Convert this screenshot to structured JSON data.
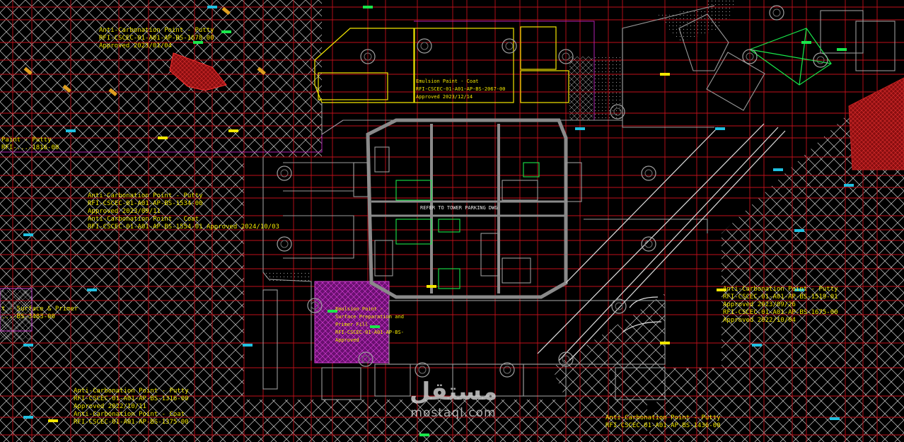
{
  "colors": {
    "background": "#000000",
    "grid": "#c0101a",
    "hatch": "#cfcfcf",
    "wall": "#9a9a9a",
    "purple": "#b020b0",
    "yellow": "#f2e600",
    "green": "#19e64a",
    "cyan": "#20c0e0"
  },
  "drawing": {
    "center_label": "REFER TO TOWER PARKING DWG"
  },
  "notes": [
    {
      "id": "note-top-left",
      "color": "yel",
      "lines": [
        "Anti-Carbonation Point - Putty",
        "RFI-CSCEC-01-A01-AP-BS-1678-00",
        "Approved 2023/01/04"
      ]
    },
    {
      "id": "note-top-center",
      "color": "yel",
      "lines": [
        "Emulsion Paint - Coat",
        "RFI-CSCEC-01-A01-AP-BS-2067-00",
        "Approved 2023/12/14"
      ]
    },
    {
      "id": "note-left-mid",
      "color": "yel",
      "lines": [
        "Anti-Carbonation Point - Putty",
        "RFI-CSCEC-01-A01-AP-BS-1534-00",
        "Approved 2023/09/11",
        "Anti-Carbonation Point - Coat",
        "RFI-CSCEC-01-A01-AP-BS-1554-01 Approved 2024/10/03"
      ]
    },
    {
      "id": "note-left-edge",
      "color": "yel",
      "lines": [
        "Paint - Putty",
        "RFI-...-1816-00"
      ]
    },
    {
      "id": "note-left-surface",
      "color": "yel",
      "lines": [
        "t - Surface & Primer",
        "...-BS-3483-00"
      ]
    },
    {
      "id": "note-center-purple",
      "color": "yel",
      "lines": [
        "Emulsion Paint -",
        "Surface Preparation and",
        "Primer Fill",
        "RFI-CSCEC-01-A01-AP-BS-",
        "Approved"
      ]
    },
    {
      "id": "note-right-mid",
      "color": "yel",
      "lines": [
        "Anti-Carbonation Point - Putty",
        "RFI-CSCEC-01-A01-AP-BS-1519-01",
        "Approved 2023/09/26",
        "RFI-CSCEC-01-A01-AP-BS-1675-00",
        "Approved 2022/10/04"
      ]
    },
    {
      "id": "note-bottom-left",
      "color": "yel",
      "lines": [
        "Anti-Carbonation Point - Putty",
        "RFI-CSCEC-01-A01-AP-BS-1316-00",
        "Approved 2022/10/11",
        "Anti-Carbonation Point - Coat",
        "RFI-CSCEC-01-A01-AP-BS-1375-00"
      ]
    },
    {
      "id": "note-bottom-right",
      "color": "yel",
      "lines": [
        "Anti-Carbonation Point - Putty",
        "RFI-CSCEC-01-A01-AP-BS-1436-00"
      ]
    }
  ],
  "watermark": {
    "arabic": "مستقل",
    "latin": "mostaql.com"
  }
}
